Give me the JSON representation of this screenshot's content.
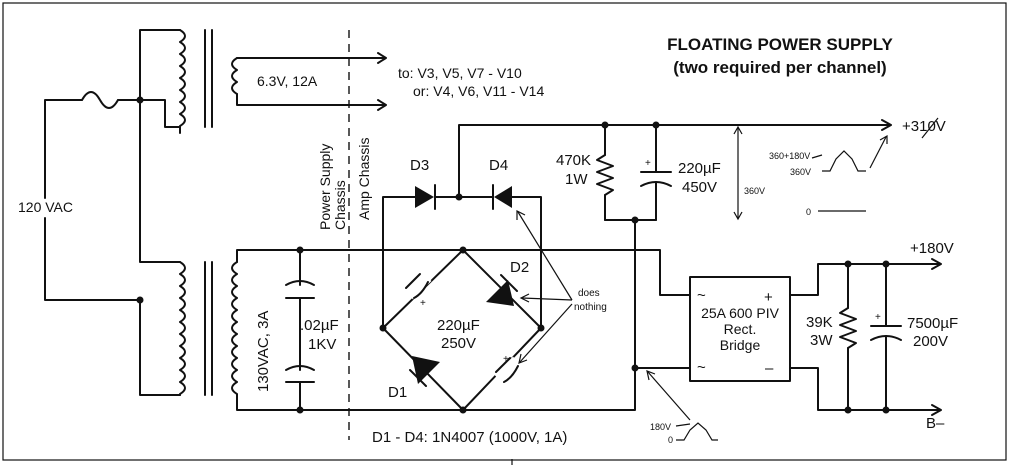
{
  "title": {
    "line1": "FLOATING POWER SUPPLY",
    "line2": "(two required per channel)"
  },
  "mains": {
    "voltage": "120 VAC"
  },
  "heater_transformer": {
    "secondary": "6.3V, 12A",
    "dest_line1": "to: V3, V5, V7 - V10",
    "dest_line2": "or: V4, V6, V11 - V14"
  },
  "chassis": {
    "left": "Power Supply\nChassis",
    "right": "Amp Chassis"
  },
  "power_transformer": {
    "secondary": "130VAC, 3A"
  },
  "snubber_cap": {
    "value": ".02µF",
    "rating": "1KV"
  },
  "diodes": {
    "d1": "D1",
    "d2": "D2",
    "d3": "D3",
    "d4": "D4",
    "part_note": "D1 - D4: 1N4007 (1000V, 1A)"
  },
  "bridge_caps": {
    "value": "220µF",
    "rating": "250V"
  },
  "does_nothing_note": {
    "line1": "does",
    "line2": "nothing"
  },
  "bleeder_310": {
    "value": "470K",
    "rating": "1W"
  },
  "filter_cap_310": {
    "value": "220µF",
    "rating": "450V"
  },
  "rail_310": {
    "label": "+310V",
    "voltage_marker": "360V"
  },
  "waveform_top": {
    "upper": "360+180V",
    "lower": "360V",
    "zero": "0"
  },
  "rect_bridge": {
    "line1": "25A 600 PIV",
    "line2": "Rect.",
    "line3": "Bridge",
    "ac": "~",
    "plus": "+",
    "minus": "–"
  },
  "rail_180": {
    "label": "+180V"
  },
  "bleeder_180": {
    "value": "39K",
    "rating": "3W"
  },
  "filter_cap_180": {
    "value": "7500µF",
    "rating": "200V"
  },
  "b_minus": {
    "label": "B–"
  },
  "waveform_bottom": {
    "upper": "180V",
    "zero": "0"
  },
  "polarity_plus": "+"
}
